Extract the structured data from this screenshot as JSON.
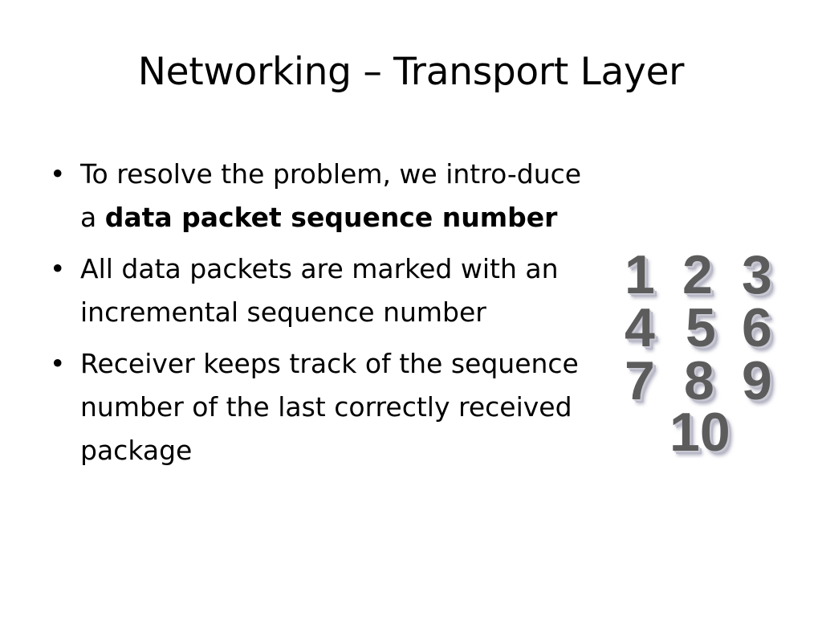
{
  "slide": {
    "title": "Networking – Transport Layer",
    "bullets": [
      {
        "text_before": "To resolve the problem, we intro-duce a ",
        "text_bold": "data packet sequence number",
        "text_after": ""
      },
      {
        "text_before": "All data packets are marked with an incremental sequence number",
        "text_bold": "",
        "text_after": ""
      },
      {
        "text_before": "Receiver keeps track of the sequence number of the last correctly received package",
        "text_bold": "",
        "text_after": ""
      }
    ],
    "bullet_symbol": "•",
    "numbers": [
      "1",
      "2",
      "3",
      "4",
      "5",
      "6",
      "7",
      "8",
      "9",
      "10"
    ]
  }
}
